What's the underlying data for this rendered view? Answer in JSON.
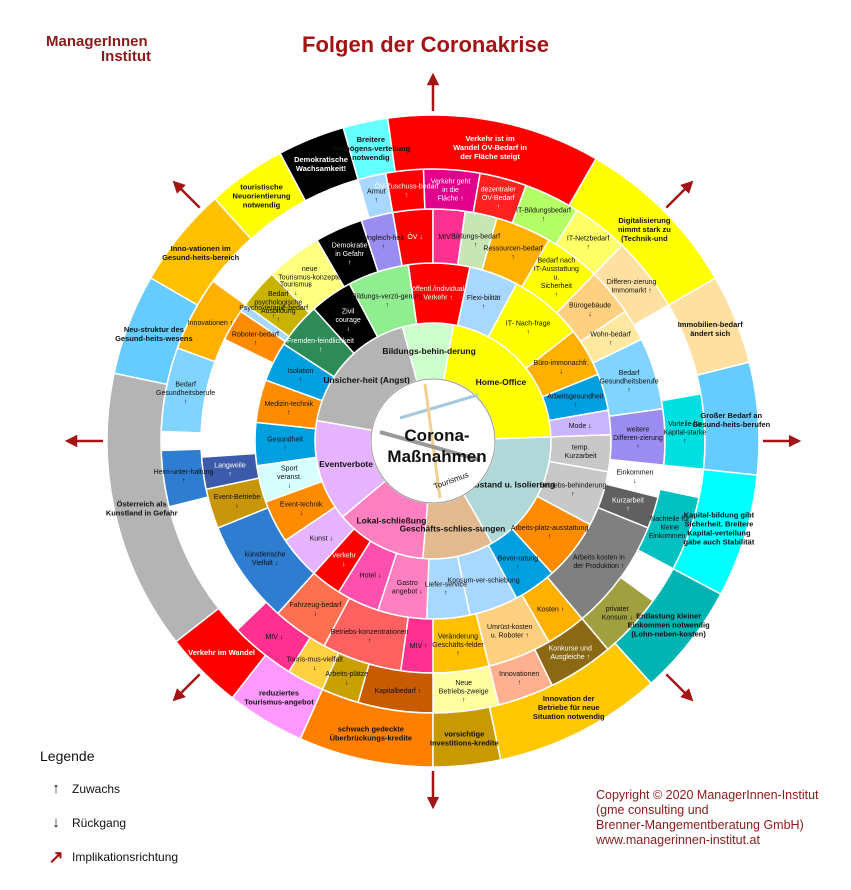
{
  "header": {
    "logo_line1": "ManagerInnen",
    "logo_line2": "Institut",
    "title": "Folgen der Coronakrise"
  },
  "center": {
    "line1": "Corona-",
    "line2": "Maßnahmen",
    "arc_label": "Tourismus"
  },
  "colors": {
    "dark_red": "#8b1a1a",
    "title_red": "#a31515"
  },
  "legend": {
    "title": "Legende",
    "items": [
      {
        "symbol": "↑",
        "label": "Zuwachs"
      },
      {
        "symbol": "↓",
        "label": "Rückgang"
      },
      {
        "symbol": "↗",
        "label": "Implikationsrichtung"
      }
    ]
  },
  "copyright": {
    "line1": "Copyright  © 2020  ManagerInnen-Institut",
    "line2": "(gme consulting und",
    "line3": " Brenner-Mangementberatung  GmbH)",
    "line4": "www.managerinnen-institut.at"
  },
  "ring1": [
    {
      "label": "Home-Office",
      "color": "#ffff00",
      "a0": 10,
      "a1": 88
    },
    {
      "label": "Abstand u. Isolierung",
      "color": "#b0d8d8",
      "a0": 88,
      "a1": 150
    },
    {
      "label": "Geschäfts-schlies-sungen",
      "color": "#e3b98f",
      "a0": 150,
      "a1": 185
    },
    {
      "label": "Lokal-schließung",
      "color": "#ff80c0",
      "a0": 185,
      "a1": 230
    },
    {
      "label": "Eventverbote",
      "color": "#e6b3ff",
      "a0": 230,
      "a1": 280
    },
    {
      "label": "Unsicher-heit (Angst)",
      "color": "#b4b4b4",
      "a0": 280,
      "a1": 345
    },
    {
      "label": "Bildungs-behin-derung",
      "color": "#ccffcc",
      "a0": 345,
      "a1": 10
    }
  ],
  "ring2": [
    {
      "label": "öffentl./individual Verkehr ↑",
      "color": "#ff0000",
      "a0": 352,
      "a1": 12
    },
    {
      "label": "Flexi-bilität ↑",
      "color": "#a8d8ff",
      "a0": 12,
      "a1": 28
    },
    {
      "label": "IT- Nach-frage ↑",
      "color": "#ffff00",
      "a0": 28,
      "a1": 52
    },
    {
      "label": "Büro-immonachfr. ↓",
      "color": "#ffb000",
      "a0": 52,
      "a1": 68
    },
    {
      "label": "Arbeitsgesundheit ↑",
      "color": "#00a0e0",
      "a0": 68,
      "a1": 80
    },
    {
      "label": "Mode ↓",
      "color": "#c8b4ff",
      "a0": 80,
      "a1": 88
    },
    {
      "label": "temp. Kurzarbeit",
      "color": "#c8c8c8",
      "a0": 88,
      "a1": 100
    },
    {
      "label": "Betriebs-behinderung ↑",
      "color": "#c8c8c8",
      "a0": 100,
      "a1": 118
    },
    {
      "label": "Arbeits-platz-ausstattung ↑",
      "color": "#ff8c00",
      "a0": 118,
      "a1": 138
    },
    {
      "label": "Bevor-ratung ↑",
      "color": "#00a0e0",
      "a0": 138,
      "a1": 152
    },
    {
      "label": "Konsum-ver-schiebung",
      "color": "#a8d8ff",
      "a0": 152,
      "a1": 168
    },
    {
      "label": "Liefer-service ↑",
      "color": "#a8d8ff",
      "a0": 168,
      "a1": 182
    },
    {
      "label": "Gastro angebot ↓",
      "color": "#ff80c0",
      "a0": 182,
      "a1": 198
    },
    {
      "label": "Hotel ↓",
      "color": "#ff50b0",
      "a0": 198,
      "a1": 212
    },
    {
      "label": "Verkehr ↓",
      "color": "#ff0000",
      "a0": 212,
      "a1": 222
    },
    {
      "label": "Kunst ↓",
      "color": "#e6b3ff",
      "a0": 222,
      "a1": 236
    },
    {
      "label": "Event-technik ↓",
      "color": "#ff8c00",
      "a0": 236,
      "a1": 250
    },
    {
      "label": "Sport veranst. ↓",
      "color": "#d8ffff",
      "a0": 250,
      "a1": 262
    },
    {
      "label": "Gesundheit ↑",
      "color": "#00a0e0",
      "a0": 262,
      "a1": 276
    },
    {
      "label": "Medizin-technik ↑",
      "color": "#ff8c00",
      "a0": 276,
      "a1": 290
    },
    {
      "label": "Isolation ↑",
      "color": "#00a0e0",
      "a0": 290,
      "a1": 303
    },
    {
      "label": "Fremden-feindlichkeit ↑",
      "color": "#2e8b57",
      "a0": 303,
      "a1": 318
    },
    {
      "label": "Zivil courage ↓",
      "color": "#000000",
      "a0": 318,
      "a1": 332
    },
    {
      "label": "Bildungs-verzö-gerung ↑",
      "color": "#90ee90",
      "a0": 332,
      "a1": 352
    }
  ],
  "ring3": [
    {
      "label": "Demokratie in Gefahr ↑",
      "color": "#000000",
      "a0": 330,
      "a1": 342
    },
    {
      "label": "Ungleich-heit ↑",
      "color": "#9a8cf0",
      "a0": 342,
      "a1": 350
    },
    {
      "label": "ÖV ↓",
      "color": "#ff0000",
      "a0": 350,
      "a1": 0
    },
    {
      "label": "MIV ↓",
      "color": "#ff3090",
      "a0": 0,
      "a1": 8
    },
    {
      "label": "Bildungs-bedarf ↑",
      "color": "#c8e6b4",
      "a0": 8,
      "a1": 16
    },
    {
      "label": "Ressourcen-bedarf ↑",
      "color": "#ffb000",
      "a0": 16,
      "a1": 30
    },
    {
      "label": "Bedarf nach IT-Ausstattung u. Sicherheit ↑",
      "color": "#ffff00",
      "a0": 30,
      "a1": 44
    },
    {
      "label": "Bürogebäude ↓",
      "color": "#ffd080",
      "a0": 44,
      "a1": 56
    },
    {
      "label": "Wohn-bedarf ↑",
      "color": "#ffe8a0",
      "a0": 56,
      "a1": 64
    },
    {
      "label": "Bedarf Gesundheitsberufe ↑",
      "color": "#80d4ff",
      "a0": 64,
      "a1": 82
    },
    {
      "label": "weitere Differen-zierung ↑",
      "color": "#9a8cf0",
      "a0": 82,
      "a1": 96
    },
    {
      "label": "Einkommen ↓",
      "color": "#ffffff",
      "a0": 96,
      "a1": 104
    },
    {
      "label": "Kurzarbeit ↑",
      "color": "#606060",
      "a0": 104,
      "a1": 112
    },
    {
      "label": "Arbeits kosten in der Produktion ↑",
      "color": "#808080",
      "a0": 112,
      "a1": 140
    },
    {
      "label": "Kosten ↑",
      "color": "#ffb000",
      "a0": 140,
      "a1": 150
    },
    {
      "label": "Umrüst-kosten u. Roboter ↑",
      "color": "#ffd080",
      "a0": 150,
      "a1": 166
    },
    {
      "label": "Veränderung Geschäfts-felder ↑",
      "color": "#ffc000",
      "a0": 166,
      "a1": 180
    },
    {
      "label": "MIV ↑",
      "color": "#ff3090",
      "a0": 180,
      "a1": 188
    },
    {
      "label": "Betriebs-konzentrationen ↑",
      "color": "#ff6060",
      "a0": 188,
      "a1": 208
    },
    {
      "label": "Fahrzeug-bedarf ↓",
      "color": "#ff7050",
      "a0": 208,
      "a1": 222
    },
    {
      "label": "künstlerische Vielfalt ↓",
      "color": "#2e7dd1",
      "a0": 222,
      "a1": 248
    },
    {
      "label": "Event-Betriebe ↓",
      "color": "#c8960a",
      "a0": 248,
      "a1": 258
    },
    {
      "label": "Langweile ↑",
      "color": "#3c5aaa",
      "a0": 258,
      "a1": 266
    },
    {
      "label": "Roboter-bedarf ↑",
      "color": "#ff8c00",
      "a0": 296,
      "a1": 304
    },
    {
      "label": "Psycho-terapie-bedarf ↑",
      "color": "#a8d8ff",
      "a0": 304,
      "a1": 314
    },
    {
      "label": "Tourismus ↓",
      "color": "#c8b400",
      "a0": 314,
      "a1": 322
    },
    {
      "label": "Bedarf psychologische Ausbildung ↑",
      "color": "#c8b400",
      "a0": 306,
      "a1": 316
    },
    {
      "label": "neue Tourismus-konzepte ↑",
      "color": "#ffff80",
      "a0": 316,
      "a1": 330
    }
  ],
  "ring4": [
    {
      "label": "Armut ↑",
      "color": "#a8d8ff",
      "a0": 344,
      "a1": 350
    },
    {
      "label": "ÖV-Zuschuss-bedarf ↑",
      "color": "#ff0000",
      "a0": 350,
      "a1": 358
    },
    {
      "label": "Verkehr geht in die Fläche ↑",
      "color": "#e0008c",
      "a0": 358,
      "a1": 10
    },
    {
      "label": "dezentraler ÖV-Bedarf ↑",
      "color": "#ff2020",
      "a0": 10,
      "a1": 20
    },
    {
      "label": "IT-Bildungsbedarf ↑",
      "color": "#b4ff66",
      "a0": 20,
      "a1": 32
    },
    {
      "label": "IT-Netzbedarf ↑",
      "color": "#ffff66",
      "a0": 32,
      "a1": 44
    },
    {
      "label": "Differen-zierung Immomarkt ↑",
      "color": "#ffe0a0",
      "a0": 44,
      "a1": 60
    },
    {
      "label": "Vorteile für Kapital-starke ↑",
      "color": "#00e0e0",
      "a0": 80,
      "a1": 96
    },
    {
      "label": "Nachteile für kleine Einkommen ↑",
      "color": "#00c0c0",
      "a0": 102,
      "a1": 118
    },
    {
      "label": "privater Konsum ↓",
      "color": "#a0a040",
      "a0": 126,
      "a1": 140
    },
    {
      "label": "Konkurse und Ausgleiche ↑",
      "color": "#8b6914",
      "a0": 140,
      "a1": 154
    },
    {
      "label": "Innovationen ↑",
      "color": "#ffb090",
      "a0": 154,
      "a1": 166
    },
    {
      "label": "Neue Betriebs-zweige ↑",
      "color": "#ffffa0",
      "a0": 166,
      "a1": 180
    },
    {
      "label": "Kapitalbedarf ↑",
      "color": "#c85a00",
      "a0": 180,
      "a1": 196
    },
    {
      "label": "Arbeits-plätze ↓",
      "color": "#c8a000",
      "a0": 196,
      "a1": 204
    },
    {
      "label": "Touris-mus-vielfalt ↓",
      "color": "#ffd040",
      "a0": 204,
      "a1": 212
    },
    {
      "label": "MIV ↓",
      "color": "#ff3090",
      "a0": 212,
      "a1": 226
    },
    {
      "label": "Heim-unter-haltung ↑",
      "color": "#2e7dd1",
      "a0": 256,
      "a1": 268
    },
    {
      "label": "Bedarf Gesundheitsberufe ↑",
      "color": "#80d4ff",
      "a0": 272,
      "a1": 290
    },
    {
      "label": "Innovationen ↑",
      "color": "#ffb000",
      "a0": 290,
      "a1": 306
    }
  ],
  "ring5": [
    {
      "label": "Breitere Vermögens-verteilung notwendig",
      "color": "#66ffff",
      "a0": 344,
      "a1": 352
    },
    {
      "label": "Demokratische Wachsamkeit!",
      "color": "#000000",
      "a0": 332,
      "a1": 344
    },
    {
      "label": "touristische Neuorientierung notwendig",
      "color": "#ffff00",
      "a0": 318,
      "a1": 332
    },
    {
      "label": "Inno-vationen im Gesund-heits-bereich",
      "color": "#ffc000",
      "a0": 300,
      "a1": 318
    },
    {
      "label": "Neu-struktur des Gesund-heits-wesens",
      "color": "#66ccff",
      "a0": 282,
      "a1": 300
    },
    {
      "label": "Österreich als Kunstland in Gefahr",
      "color": "#b4b4b4",
      "a0": 232,
      "a1": 282
    },
    {
      "label": "Verkehr im Wandel",
      "color": "#ff0000",
      "a0": 218,
      "a1": 232
    },
    {
      "label": "reduziertes Tourismus-angebot",
      "color": "#ff99ff",
      "a0": 204,
      "a1": 218
    },
    {
      "label": "schwach gedeckte Überbrückungs-kredite",
      "color": "#ff8000",
      "a0": 180,
      "a1": 204
    },
    {
      "label": "vorsichtige Investitions-kredite",
      "color": "#c89a00",
      "a0": 168,
      "a1": 180
    },
    {
      "label": "Innovation der Betriebe für neue Situation notwendig",
      "color": "#ffc800",
      "a0": 138,
      "a1": 168
    },
    {
      "label": "Entlastung kleiner Einkommen notwendig (Lohn-neben-kosten)",
      "color": "#00b4b4",
      "a0": 118,
      "a1": 138
    },
    {
      "label": "Kapital-bildung gibt Sicherheit. Breitere Kapital-verteilung gäbe auch Stabilität",
      "color": "#00ffff",
      "a0": 96,
      "a1": 118
    },
    {
      "label": "Großer Bedarf an Gesund-heits-berufen",
      "color": "#66ccff",
      "a0": 76,
      "a1": 96
    },
    {
      "label": "Immobilien-bedarf ändert sich",
      "color": "#ffe0a0",
      "a0": 60,
      "a1": 76
    },
    {
      "label": "Digitalisierung nimmt stark zu (Technik-und",
      "color": "#ffff00",
      "a0": 30,
      "a1": 60
    },
    {
      "label": "Verkehr ist im Wandel ÖV-Bedarf in der Fläche steigt",
      "color": "#ff0000",
      "a0": 352,
      "a1": 30
    }
  ]
}
